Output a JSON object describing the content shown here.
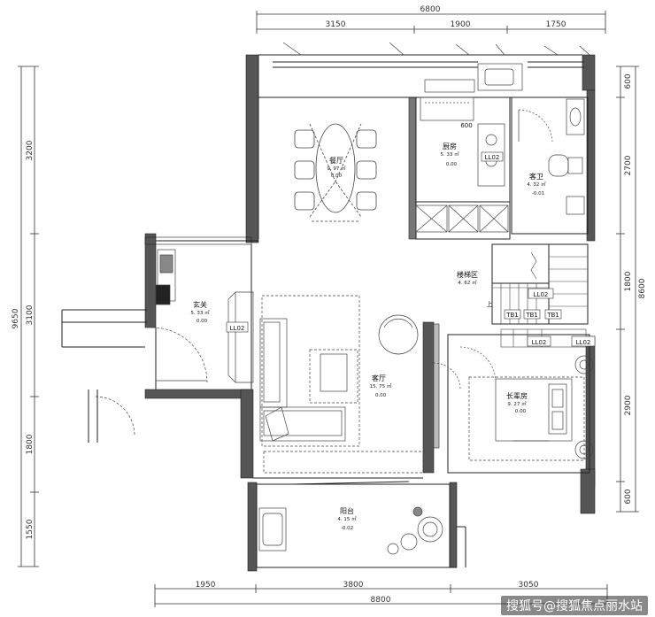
{
  "dimensions": {
    "top_total": "6800",
    "top_segments": [
      "3150",
      "1900",
      "1750"
    ],
    "bottom_total": "8800",
    "bottom_segments": [
      "1950",
      "3800",
      "3050"
    ],
    "left_total": "9650",
    "left_segments": [
      "3200",
      "3100",
      "1800",
      "1550"
    ],
    "right_total": "8600",
    "right_segments": [
      "600",
      "2700",
      "1800",
      "2900",
      "600"
    ]
  },
  "rooms": {
    "dining": {
      "name": "餐厅",
      "area": "9. 97 ㎡",
      "level": "0.00"
    },
    "kitchen": {
      "name": "厨房",
      "area": "5. 33 ㎡",
      "level": "0.00"
    },
    "guest_bath": {
      "name": "客卫",
      "area": "4. 32 ㎡",
      "level": "-0.01"
    },
    "stairs": {
      "name": "楼梯区",
      "area": "4. 62 ㎡"
    },
    "entrance": {
      "name": "玄关",
      "area": "5. 33 ㎡",
      "level": "0.00"
    },
    "living": {
      "name": "客厅",
      "area": "15. 75 ㎡",
      "level": "0.00"
    },
    "elder_room": {
      "name": "长辈房",
      "area": "9. 27 ㎡",
      "level": "0.00"
    },
    "balcony": {
      "name": "阳台",
      "area": "4. 15 ㎡",
      "level": "-0.02"
    }
  },
  "tags": {
    "ll02_kitchen": "LL02",
    "ll02_stairs": "LL02",
    "ll02_entrance": "LL02",
    "ll02_bed_a": "LL02",
    "ll02_bed_b": "LL02",
    "tb1_a": "TB1",
    "tb1_b": "TB1",
    "tb1_c": "TB1",
    "up": "上",
    "dim_600": "600"
  },
  "watermark": "搜狐号@搜狐焦点丽水站"
}
